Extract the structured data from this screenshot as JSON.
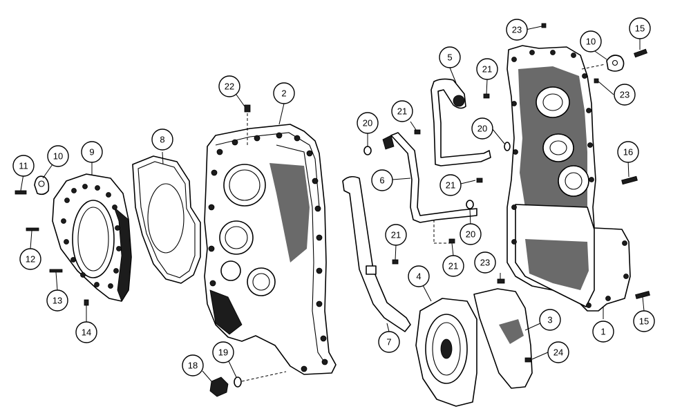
{
  "callouts": {
    "c1": "1",
    "c2": "2",
    "c3": "3",
    "c4": "4",
    "c5": "5",
    "c6": "6",
    "c7": "7",
    "c8": "8",
    "c9": "9",
    "c10a": "10",
    "c10b": "10",
    "c11": "11",
    "c12": "12",
    "c13": "13",
    "c14": "14",
    "c15a": "15",
    "c15b": "15",
    "c16": "16",
    "c18": "18",
    "c19": "19",
    "c20a": "20",
    "c20b": "20",
    "c20c": "20",
    "c21a": "21",
    "c21b": "21",
    "c21c": "21",
    "c21d": "21",
    "c21e": "21",
    "c22": "22",
    "c23a": "23",
    "c23b": "23",
    "c23c": "23",
    "c24": "24"
  }
}
